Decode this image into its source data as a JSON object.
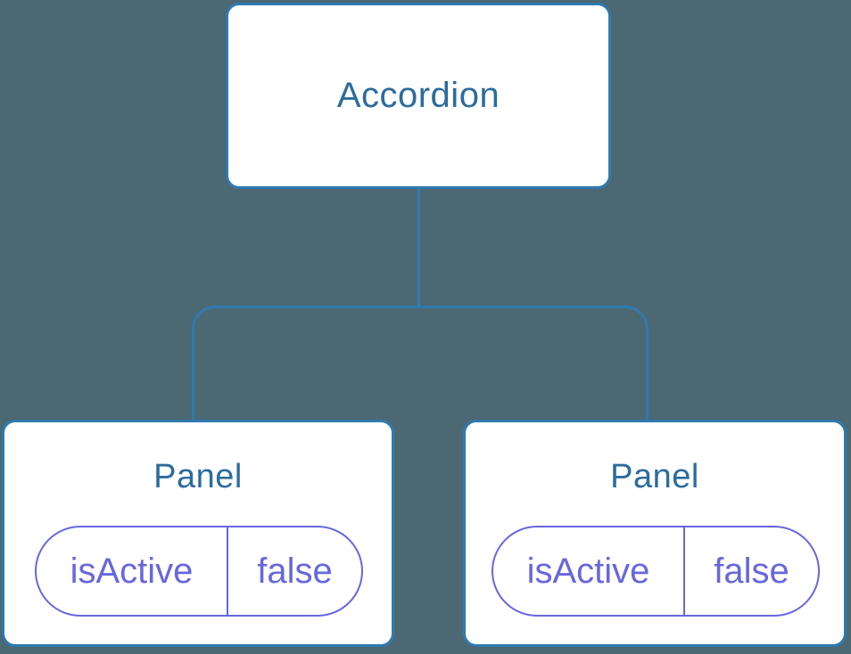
{
  "diagram": {
    "type": "component-tree",
    "colors": {
      "background": "#4c6873",
      "line": "#2f7ab0",
      "label": "#2c6c9d",
      "pill": "#6767de"
    },
    "root": {
      "label": "Accordion"
    },
    "panels": [
      {
        "label": "Panel",
        "state": {
          "name": "isActive",
          "value": "false"
        }
      },
      {
        "label": "Panel",
        "state": {
          "name": "isActive",
          "value": "false"
        }
      }
    ]
  }
}
